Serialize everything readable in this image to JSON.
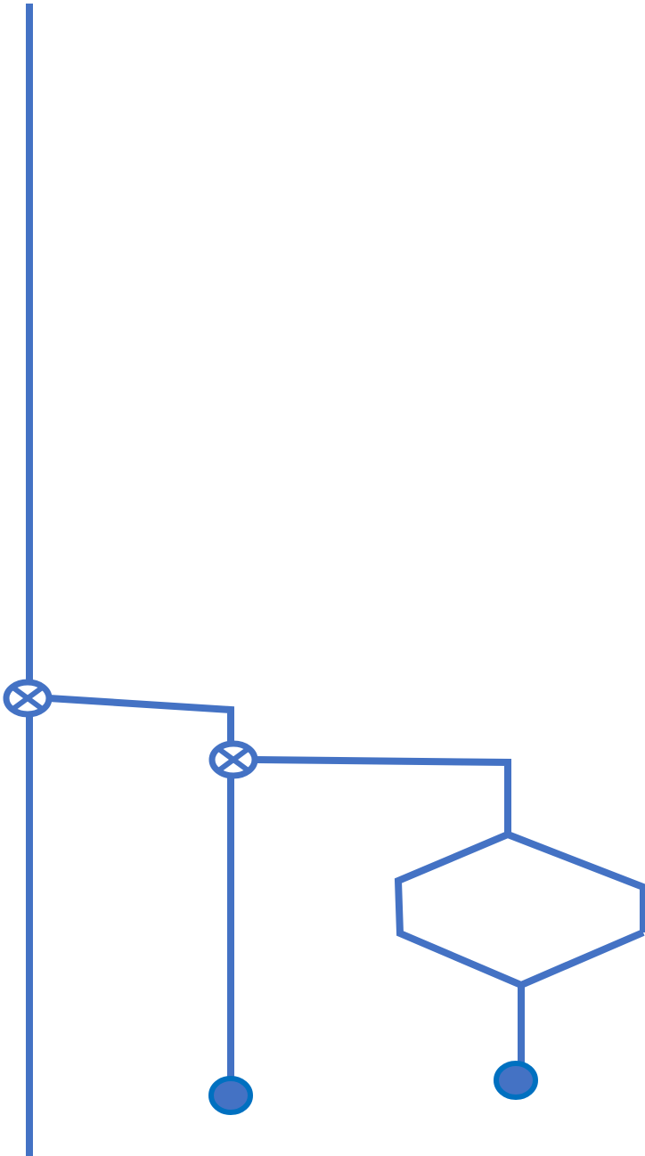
{
  "colors": {
    "line": "#4472C4",
    "node_fill": "#4472C4",
    "node_stroke": "#0070C0",
    "background": "#FFFFFF"
  },
  "nodes": [
    {
      "name": "junction-1",
      "kind": "crossed-circle-junction"
    },
    {
      "name": "junction-2",
      "kind": "crossed-circle-junction"
    },
    {
      "name": "terminal-1",
      "kind": "filled-circle-terminal"
    },
    {
      "name": "terminal-2",
      "kind": "filled-circle-terminal"
    },
    {
      "name": "hexagon",
      "kind": "hexagon-decision-shape"
    }
  ]
}
